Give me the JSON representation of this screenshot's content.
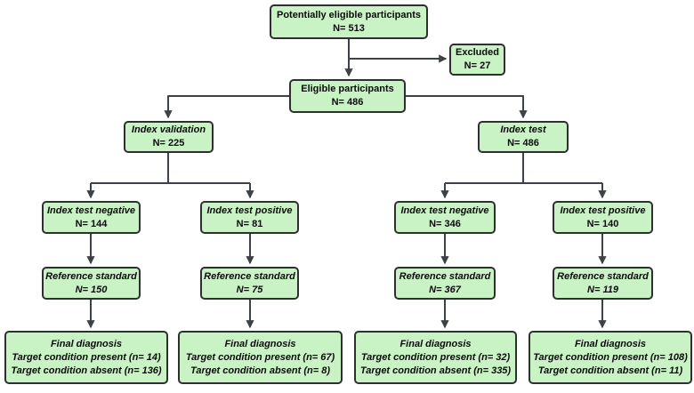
{
  "colors": {
    "box_fill": "#c9f3c5",
    "box_border": "#2d2f31",
    "arrow": "#3c4248",
    "text": "#0b0b0b",
    "background": "#ffffff"
  },
  "nodes": {
    "potentially_eligible": {
      "line1": "Potentially eligible participants",
      "line2": "N= 513"
    },
    "excluded": {
      "line1": "Excluded",
      "line2": "N= 27"
    },
    "eligible": {
      "line1": "Eligible participants",
      "line2": "N= 486"
    },
    "index_validation": {
      "line1": "Index validation",
      "line2": "N= 225"
    },
    "index_test": {
      "line1": "Index test",
      "line2": "N= 486"
    },
    "val_negative": {
      "line1": "Index test negative",
      "line2": "N= 144"
    },
    "val_positive": {
      "line1": "Index test positive",
      "line2": "N= 81"
    },
    "test_negative": {
      "line1": "Index test negative",
      "line2": "N= 346"
    },
    "test_positive": {
      "line1": "Index test positive",
      "line2": "N= 140"
    },
    "ref_val_negative": {
      "line1": "Reference standard",
      "line2": "N= 150"
    },
    "ref_val_positive": {
      "line1": "Reference standard",
      "line2": "N= 75"
    },
    "ref_test_negative": {
      "line1": "Reference standard",
      "line2": "N= 367"
    },
    "ref_test_positive": {
      "line1": "Reference standard",
      "line2": "N= 119"
    },
    "final_val_negative": {
      "line1": "Final diagnosis",
      "line2": "Target condition present (n= 14)",
      "line3": "Target condition absent (n= 136)"
    },
    "final_val_positive": {
      "line1": "Final diagnosis",
      "line2": "Target condition present (n= 67)",
      "line3": "Target condition absent (n= 8)"
    },
    "final_test_negative": {
      "line1": "Final diagnosis",
      "line2": "Target condition present (n= 32)",
      "line3": "Target condition absent (n= 335)"
    },
    "final_test_positive": {
      "line1": "Final diagnosis",
      "line2": "Target condition present (n= 108)",
      "line3": "Target condition absent (n= 11)"
    }
  }
}
